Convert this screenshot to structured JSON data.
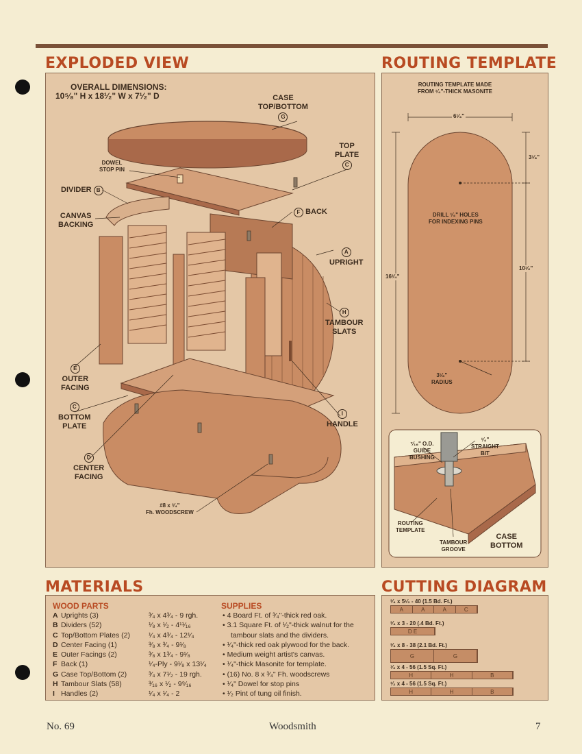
{
  "exploded": {
    "title": "EXPLODED VIEW",
    "overall_title": "OVERALL DIMENSIONS:",
    "overall_dims": "10⁵⁄₈\" H x 18¹⁄₂\" W x 7¹⁄₂\" D",
    "labels": {
      "case_top_bottom": [
        "CASE",
        "TOP/BOTTOM",
        "G"
      ],
      "top_plate": [
        "TOP",
        "PLATE",
        "C"
      ],
      "dowel_stop_pin": [
        "DOWEL",
        "STOP PIN"
      ],
      "divider": "DIVIDER",
      "divider_letter": "B",
      "canvas_backing": [
        "CANVAS",
        "BACKING"
      ],
      "back": "BACK",
      "back_letter": "F",
      "upright": "UPRIGHT",
      "upright_letter": "A",
      "tambour_slats": [
        "TAMBOUR",
        "SLATS"
      ],
      "tambour_letter": "H",
      "outer_facing": [
        "OUTER",
        "FACING"
      ],
      "outer_letter": "E",
      "bottom_plate": [
        "BOTTOM",
        "PLATE"
      ],
      "bottom_letter": "C",
      "handle": "HANDLE",
      "handle_letter": "I",
      "center_facing": [
        "CENTER",
        "FACING"
      ],
      "center_letter": "D",
      "woodscrew": [
        "#8 x ³⁄₄\"",
        "Fh. WOODSCREW"
      ]
    }
  },
  "routing": {
    "title": "ROUTING TEMPLATE",
    "note": [
      "ROUTING TEMPLATE MADE",
      "FROM ¹⁄₄\"-THICK MASONITE"
    ],
    "dim_width": "6¹⁄₄\"",
    "dim_top": "3¹⁄₈\"",
    "dim_height": "16³⁄₄\"",
    "dim_center": "10¹⁄₂\"",
    "drill_note": [
      "DRILL ¹⁄₄\" HOLES",
      "FOR INDEXING PINS"
    ],
    "radius_note": [
      "3¹⁄₈\"",
      "RADIUS"
    ],
    "detail": {
      "bushing": [
        "⁷⁄₁₆\" O.D.",
        "GUIDE",
        "BUSHING"
      ],
      "bit": [
        "¹⁄₄\"",
        "STRAIGHT",
        "BIT"
      ],
      "template": [
        "ROUTING",
        "TEMPLATE"
      ],
      "groove": [
        "TAMBOUR",
        "GROOVE"
      ],
      "case_bottom": [
        "CASE",
        "BOTTOM"
      ]
    }
  },
  "materials": {
    "title": "MATERIALS",
    "wood_heading": "WOOD PARTS",
    "wood_parts": [
      {
        "letter": "A",
        "name": "Uprights (3)",
        "dims": "³⁄₄ x 4³⁄₄ - 9 rgh."
      },
      {
        "letter": "B",
        "name": "Dividers (52)",
        "dims": "¹⁄₈ x ¹⁄₂ - 4¹¹⁄₁₆"
      },
      {
        "letter": "C",
        "name": "Top/Bottom Plates (2)",
        "dims": "¹⁄₄ x 4³⁄₄ - 12¹⁄₄"
      },
      {
        "letter": "D",
        "name": "Center Facing (1)",
        "dims": "³⁄₈ x ³⁄₄ - 9¹⁄₈"
      },
      {
        "letter": "E",
        "name": "Outer Facings (2)",
        "dims": "³⁄₈ x 1³⁄₄ - 9¹⁄₈"
      },
      {
        "letter": "F",
        "name": "Back (1)",
        "dims": "¹⁄₄-Ply - 9¹⁄₈ x 13¹⁄₄"
      },
      {
        "letter": "G",
        "name": "Case Top/Bottom (2)",
        "dims": "³⁄₄ x 7¹⁄₂ - 19 rgh."
      },
      {
        "letter": "H",
        "name": "Tambour Slats (58)",
        "dims": "³⁄₁₆ x ¹⁄₂ - 9⁹⁄₁₆"
      },
      {
        "letter": "I",
        "name": "Handles (2)",
        "dims": "¹⁄₄ x ¹⁄₄ - 2"
      }
    ],
    "supplies_heading": "SUPPLIES",
    "supplies": [
      "4 Board Ft. of ³⁄₄\"-thick red oak.",
      "3.1 Square Ft. of ¹⁄₂\"-thick walnut for the",
      "tambour slats and the dividers.",
      "¹⁄₄\"-thick red oak plywood for the back.",
      "Medium weight artist's canvas.",
      "¹⁄₄\"-thick Masonite for template.",
      "(16) No. 8 x ³⁄₄\" Fh. woodscrews",
      "¹⁄₄\" Dowel for stop pins",
      "¹⁄₂ Pint of tung oil finish."
    ]
  },
  "cutting": {
    "title": "CUTTING DIAGRAM",
    "boards": [
      {
        "label": "³⁄₄ x 5¹⁄₂ - 40 (1.5 Bd. Ft.)",
        "pieces": [
          "A",
          "A",
          "A",
          "C"
        ]
      },
      {
        "label": "³⁄₄ x 3 - 20 (.4 Bd. Ft.)",
        "pieces": [
          "D E"
        ]
      },
      {
        "label": "³⁄₄ x 8 - 38 (2.1 Bd. Ft.)",
        "pieces": [
          "G",
          "G"
        ]
      },
      {
        "label": "¹⁄₂ x 4 - 56 (1.5 Sq. Ft.)",
        "pieces": [
          "H",
          "H",
          "B"
        ]
      },
      {
        "label": "¹⁄₂ x 4 - 56 (1.5 Sq. Ft.)",
        "pieces": [
          "H",
          "H",
          "B"
        ]
      }
    ]
  },
  "footer": {
    "issue": "No. 69",
    "magazine": "Woodsmith",
    "page": "7"
  }
}
